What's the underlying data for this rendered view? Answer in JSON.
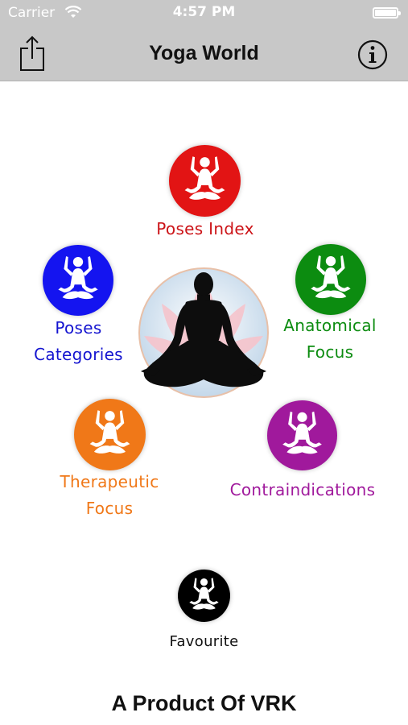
{
  "status_bar": {
    "carrier": "Carrier",
    "time": "4:57 PM",
    "icons": [
      "wifi-icon",
      "battery-icon"
    ]
  },
  "nav_bar": {
    "title": "Yoga World",
    "left_icon": "share-icon",
    "right_icon": "info-icon"
  },
  "menu": {
    "poses_index": {
      "label": "Poses Index",
      "color": "#e21414"
    },
    "poses_categories": {
      "label_line1": "Poses",
      "label_line2": "Categories",
      "color": "#1414f0"
    },
    "anatomical_focus": {
      "label_line1": "Anatomical",
      "label_line2": "Focus",
      "color": "#0c8c10"
    },
    "therapeutic_focus": {
      "label_line1": "Therapeutic",
      "label_line2": "Focus",
      "color": "#f07818"
    },
    "contraindications": {
      "label": "Contraindications",
      "color": "#a0199c"
    },
    "favourite": {
      "label": "Favourite",
      "color": "#000000"
    }
  },
  "center_image": "meditating-woman-lotus",
  "footer": {
    "text": "A Product Of VRK"
  }
}
